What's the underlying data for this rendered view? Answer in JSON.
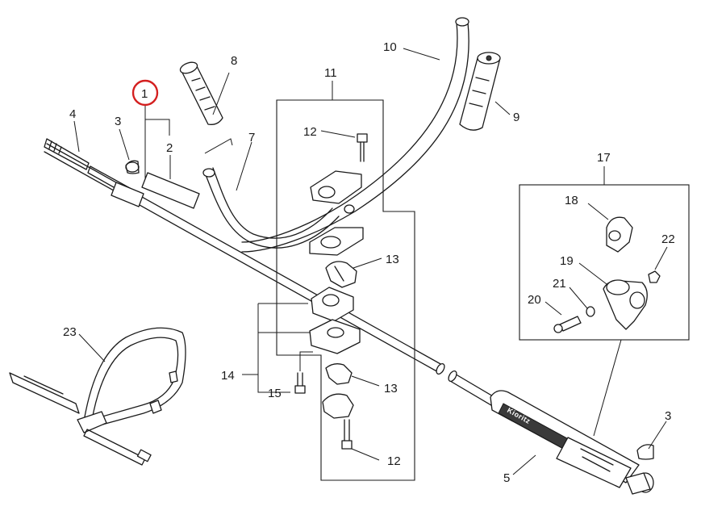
{
  "callouts": {
    "c1": "1",
    "c2": "2",
    "c3a": "3",
    "c3b": "3",
    "c4": "4",
    "c5": "5",
    "c7": "7",
    "c8": "8",
    "c9": "9",
    "c10": "10",
    "c11": "11",
    "c12a": "12",
    "c12b": "12",
    "c13a": "13",
    "c13b": "13",
    "c14": "14",
    "c15": "15",
    "c17": "17",
    "c18": "18",
    "c19": "19",
    "c20": "20",
    "c21": "21",
    "c22": "22",
    "c23": "23"
  },
  "highlighted_callout": "1",
  "highlight_color": "#d42020",
  "brand_text": "Kioritz"
}
